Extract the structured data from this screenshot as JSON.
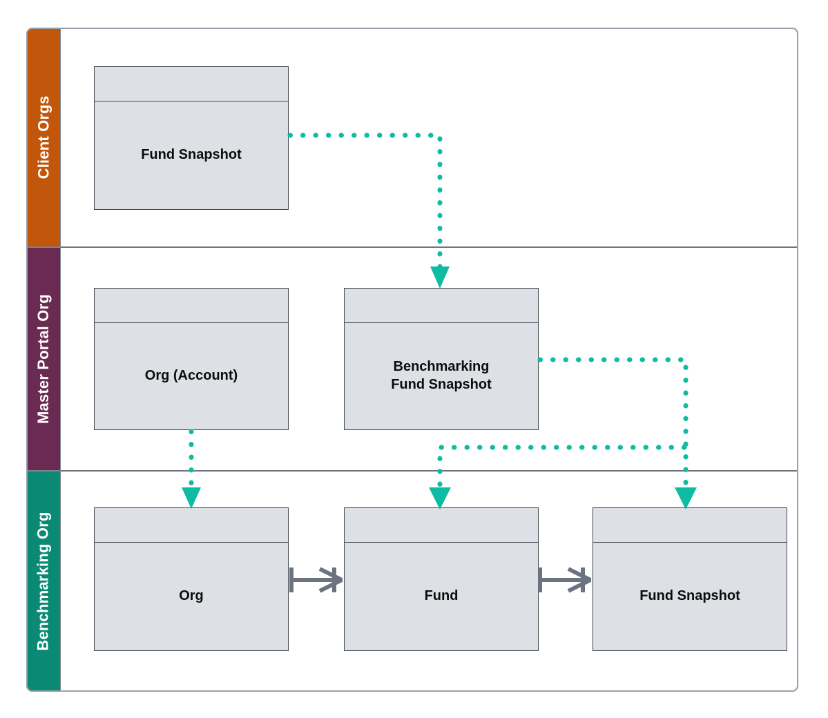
{
  "diagram": {
    "title": "Benchmarking data model swimlane diagram",
    "type": "swimlane-er-diagram",
    "colors": {
      "lane_client_orgs": "#C2560A",
      "lane_master_portal_org": "#6B2A52",
      "lane_benchmarking_org": "#0A8A74",
      "entity_fill": "#DDE1E6",
      "entity_border": "#3B424B",
      "flow_arrow": "#0FBBA2",
      "relationship_line": "#6B7280",
      "frame_border": "#9AA0AA"
    }
  },
  "lanes": [
    {
      "id": "client-orgs",
      "label": "Client Orgs",
      "color": "#C2560A"
    },
    {
      "id": "master-portal-org",
      "label": "Master Portal Org",
      "color": "#6B2A52"
    },
    {
      "id": "benchmarking-org",
      "label": "Benchmarking Org",
      "color": "#0A8A74"
    }
  ],
  "entities": [
    {
      "id": "client-fund-snapshot",
      "lane": "client-orgs",
      "label": "Fund Snapshot"
    },
    {
      "id": "org-account",
      "lane": "master-portal-org",
      "label": "Org (Account)"
    },
    {
      "id": "benchmarking-fund-snapshot",
      "lane": "master-portal-org",
      "label": "Benchmarking\nFund Snapshot"
    },
    {
      "id": "bm-org",
      "lane": "benchmarking-org",
      "label": "Org"
    },
    {
      "id": "bm-fund",
      "lane": "benchmarking-org",
      "label": "Fund"
    },
    {
      "id": "bm-fund-snapshot",
      "lane": "benchmarking-org",
      "label": "Fund Snapshot"
    }
  ],
  "flows": [
    {
      "id": "flow-client-snapshot-to-benchmarking-snapshot",
      "from": "client-fund-snapshot",
      "to": "benchmarking-fund-snapshot",
      "style": "dotted",
      "arrow": "filled-triangle"
    },
    {
      "id": "flow-org-account-to-org",
      "from": "org-account",
      "to": "bm-org",
      "style": "dotted",
      "arrow": "filled-triangle"
    },
    {
      "id": "flow-benchmarking-snapshot-to-fund",
      "from": "benchmarking-fund-snapshot",
      "to": "bm-fund",
      "style": "dotted",
      "arrow": "filled-triangle"
    },
    {
      "id": "flow-benchmarking-snapshot-to-fund-snapshot",
      "from": "benchmarking-fund-snapshot",
      "to": "bm-fund-snapshot",
      "style": "dotted",
      "arrow": "filled-triangle"
    }
  ],
  "relationships": [
    {
      "id": "rel-org-fund",
      "from": "bm-org",
      "to": "bm-fund",
      "from_cardinality": "one",
      "to_cardinality": "many",
      "notation": "crows-foot"
    },
    {
      "id": "rel-fund-fundsnapshot",
      "from": "bm-fund",
      "to": "bm-fund-snapshot",
      "from_cardinality": "one",
      "to_cardinality": "many",
      "notation": "crows-foot"
    }
  ]
}
